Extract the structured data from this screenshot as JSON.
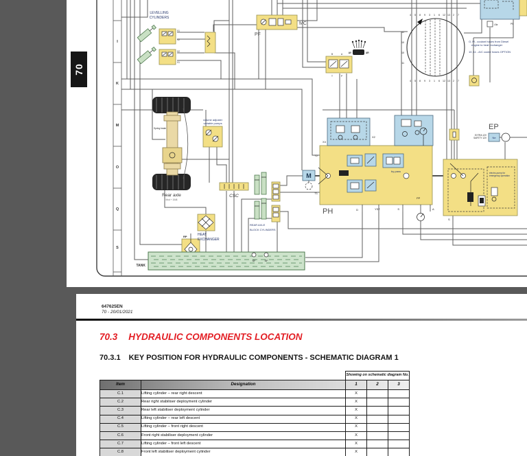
{
  "page_tab": {
    "chapter_tab": "70"
  },
  "schematic": {
    "ruler_letters": [
      "I",
      "K",
      "M",
      "O",
      "Q",
      "S"
    ],
    "coupling_numbers": {
      "top": [
        "4",
        "5",
        "8",
        "9",
        "3",
        "1",
        "6",
        "12",
        "13",
        "2",
        "7"
      ],
      "bottom": [
        "4",
        "5",
        "8",
        "9",
        "3",
        "1",
        "6",
        "12",
        "13",
        "2",
        "7"
      ],
      "left": [
        "11",
        "10",
        "10",
        "11"
      ]
    },
    "labels": {
      "levelling_1": "LEVELLING",
      "levelling_2": "CYLINDERS",
      "v_ports": [
        "V1",
        "V2",
        "V2",
        "V1"
      ],
      "pf": "PF",
      "mc": "MC",
      "b_port": "B",
      "a_port": "A",
      "t_port": "T",
      "p_port": "P",
      "av": "AV",
      "ar": "AR",
      "l5a": "L5a",
      "p9": "P9",
      "note1a": "O, M - coolant hoses from Diesel",
      "note1b": "engine to heat exchanger",
      "note2": "10, 11 - A/C cooler hoses OPTION",
      "spring_brake": "Spring brake",
      "rear_axle": "Rear axle",
      "rear_axle_sub": "Mod + 1548",
      "pumps_note_1": "volume adjuster",
      "pumps_note_2": "variable pumps",
      "csc": "CSC",
      "m_motor": "M",
      "rab_1": "REAR AXLE",
      "rab_2": "BLOCK CYLINDERS",
      "x4": "X4",
      "x2": "X2",
      "t2": "T2",
      "t1": "T1",
      "bypass": "by-pass",
      "pp": "PP",
      "ph": "PH",
      "d_port": "D",
      "yst": "YST",
      "s_port": "S",
      "a2_port": "A",
      "s_hp_port": "S",
      "ep": "EP",
      "ne": "Ne",
      "ep_note_1": "EXTRA 12V",
      "ep_note_2": "SAFETY 12V",
      "hp_note_1": "electro-pump for",
      "hp_note_2": "emergency operation",
      "rp": "RP",
      "he_1": "HEAT",
      "he_2": "EXCHANGER",
      "tank": "TANK",
      "sf1": "SF",
      "sf2": "SF"
    }
  },
  "document": {
    "doc_number": "647625EN",
    "doc_revision": "70 - 20/01/2021",
    "section": {
      "number": "70.3",
      "title": "HYDRAULIC COMPONENTS LOCATION"
    },
    "subsection": {
      "number": "70.3.1",
      "title": "KEY POSITION FOR HYDRAULIC COMPONENTS - SCHEMATIC DIAGRAM 1"
    },
    "table": {
      "diagram_note": "Showing on schematic diagram No.",
      "columns": [
        "Item",
        "Designation",
        "1",
        "2",
        "3"
      ],
      "rows": [
        {
          "item": "C.1",
          "designation": "Lifting cylinder – rear right descent",
          "d1": "X",
          "d2": "",
          "d3": ""
        },
        {
          "item": "C.2",
          "designation": "Rear right stabiliser deployment cylinder",
          "d1": "X",
          "d2": "",
          "d3": ""
        },
        {
          "item": "C.3",
          "designation": "Rear left stabiliser deployment cylinder",
          "d1": "X",
          "d2": "",
          "d3": ""
        },
        {
          "item": "C.4",
          "designation": "Lifting cylinder – rear left descent",
          "d1": "X",
          "d2": "",
          "d3": ""
        },
        {
          "item": "C.5",
          "designation": "Lifting cylinder – front right descent",
          "d1": "X",
          "d2": "",
          "d3": ""
        },
        {
          "item": "C.6",
          "designation": "Front right stabiliser deployment cylinder",
          "d1": "X",
          "d2": "",
          "d3": ""
        },
        {
          "item": "C.7",
          "designation": "Lifting cylinder – front left descent",
          "d1": "X",
          "d2": "",
          "d3": ""
        },
        {
          "item": "C.8",
          "designation": "Front left stabiliser deployment cylinder",
          "d1": "X",
          "d2": "",
          "d3": ""
        }
      ]
    },
    "colors": {
      "accent_red": "#e31e24"
    }
  }
}
